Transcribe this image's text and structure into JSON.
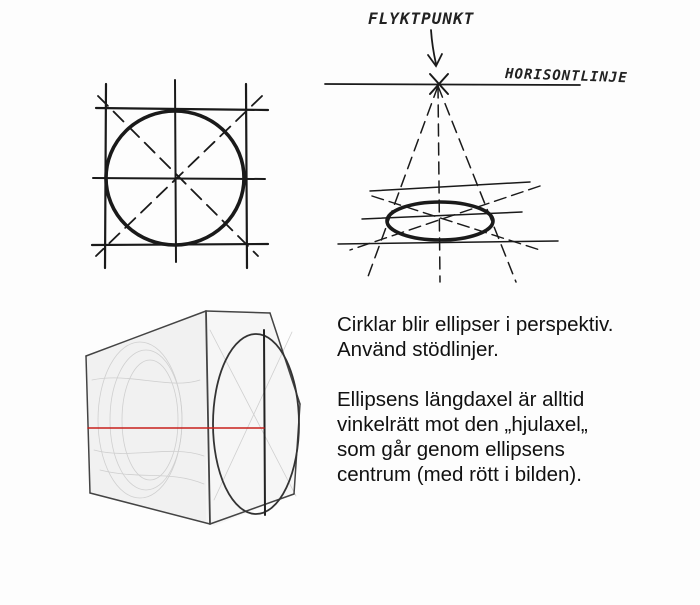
{
  "labels": {
    "vanishing_point": "FLYKTPUNKT",
    "horizon_line": "HORISONTLINJE"
  },
  "caption": {
    "line1": "Cirklar blir ellipser i perspektiv.",
    "line2": "Använd stödlinjer.",
    "line3": "Ellipsens längdaxel är alltid",
    "line4": "vinkelrätt mot den „hjulaxel„",
    "line5": "som går genom ellipsens",
    "line6": "centrum (med rött i bilden)."
  },
  "colors": {
    "ink": "#1a1a1a",
    "axle": "#c8201c"
  }
}
